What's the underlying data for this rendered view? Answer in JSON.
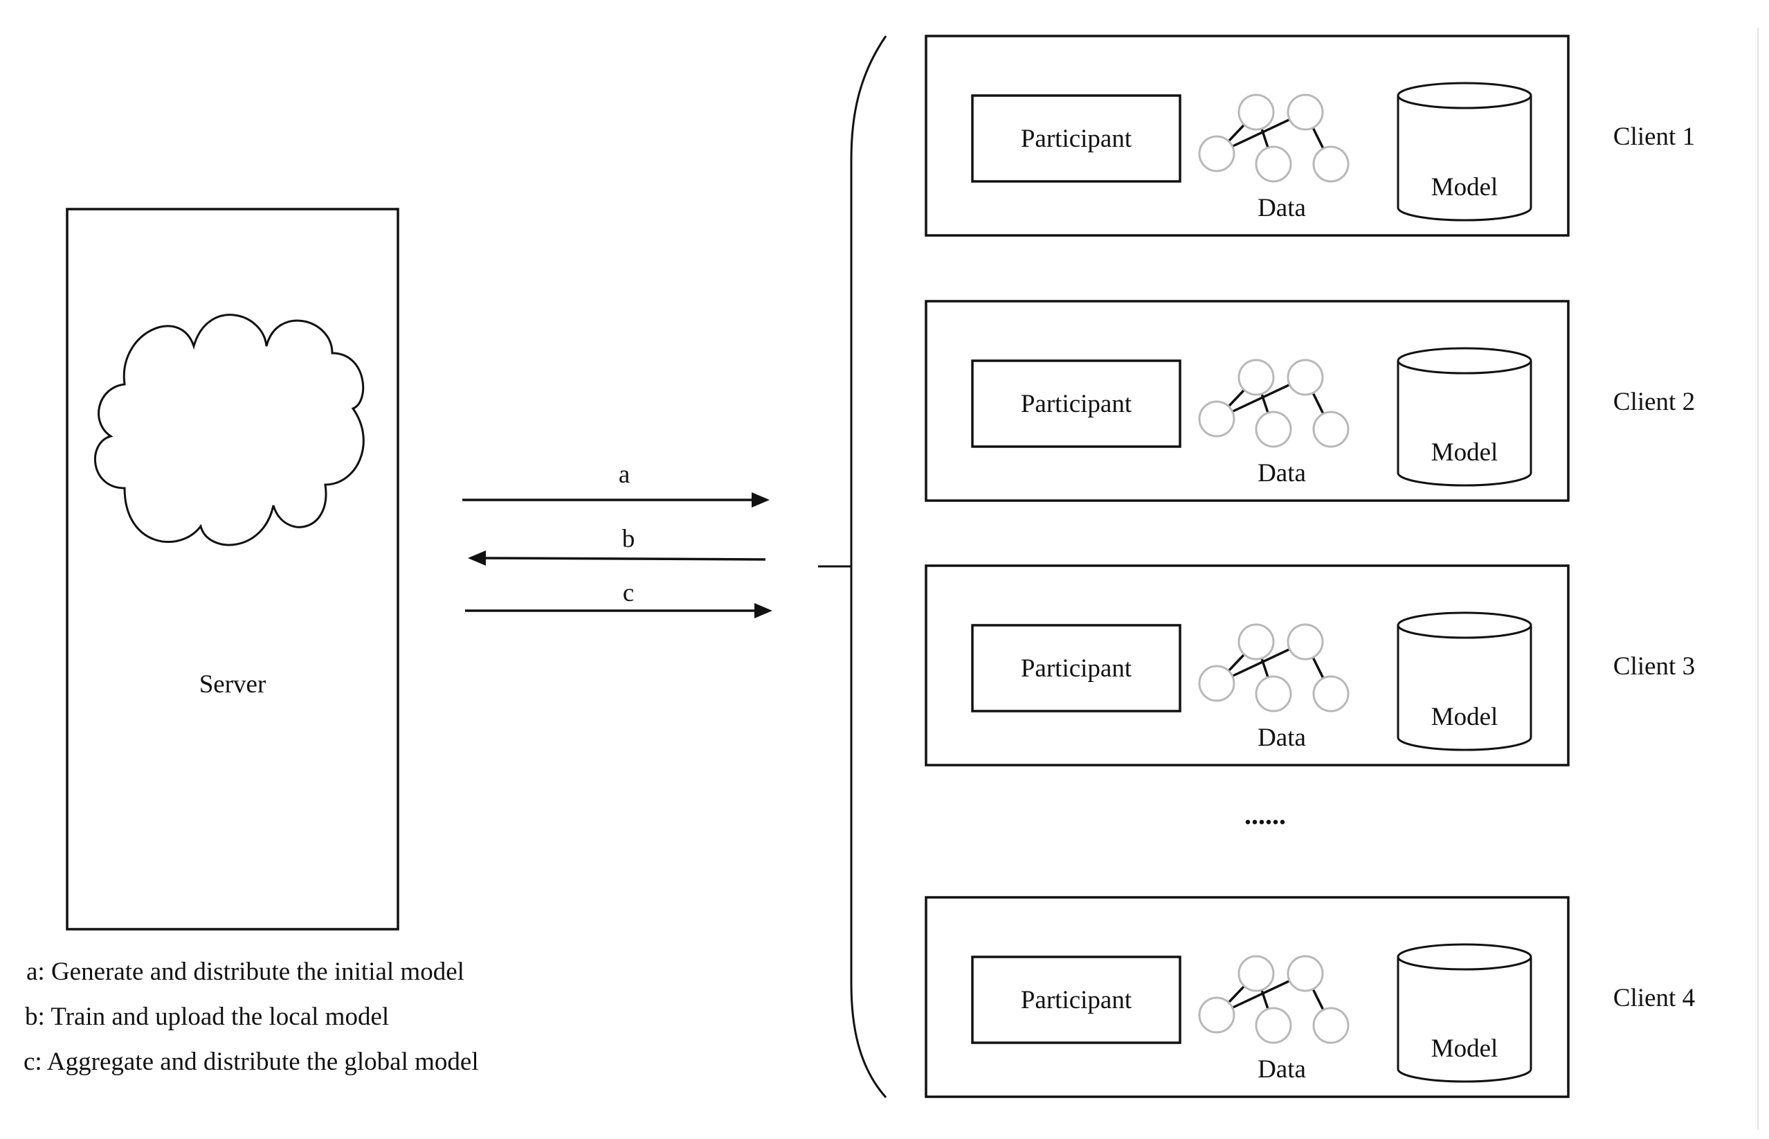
{
  "server": {
    "label": "Server",
    "icon": "cloud-icon"
  },
  "arrows": [
    {
      "id": "a",
      "label": "a",
      "direction": "to-clients"
    },
    {
      "id": "b",
      "label": "b",
      "direction": "to-server"
    },
    {
      "id": "c",
      "label": "c",
      "direction": "to-clients"
    }
  ],
  "legend": [
    "a: Generate and distribute the initial model",
    "b: Train and upload the local model",
    "c: Aggregate and distribute the global model"
  ],
  "clients": [
    {
      "name": "Client 1",
      "participant": "Participant",
      "data": "Data",
      "model": "Model"
    },
    {
      "name": "Client 2",
      "participant": "Participant",
      "data": "Data",
      "model": "Model"
    },
    {
      "name": "Client 3",
      "participant": "Participant",
      "data": "Data",
      "model": "Model"
    },
    {
      "name": "Client 4",
      "participant": "Participant",
      "data": "Data",
      "model": "Model"
    }
  ],
  "ellipsis": "......"
}
